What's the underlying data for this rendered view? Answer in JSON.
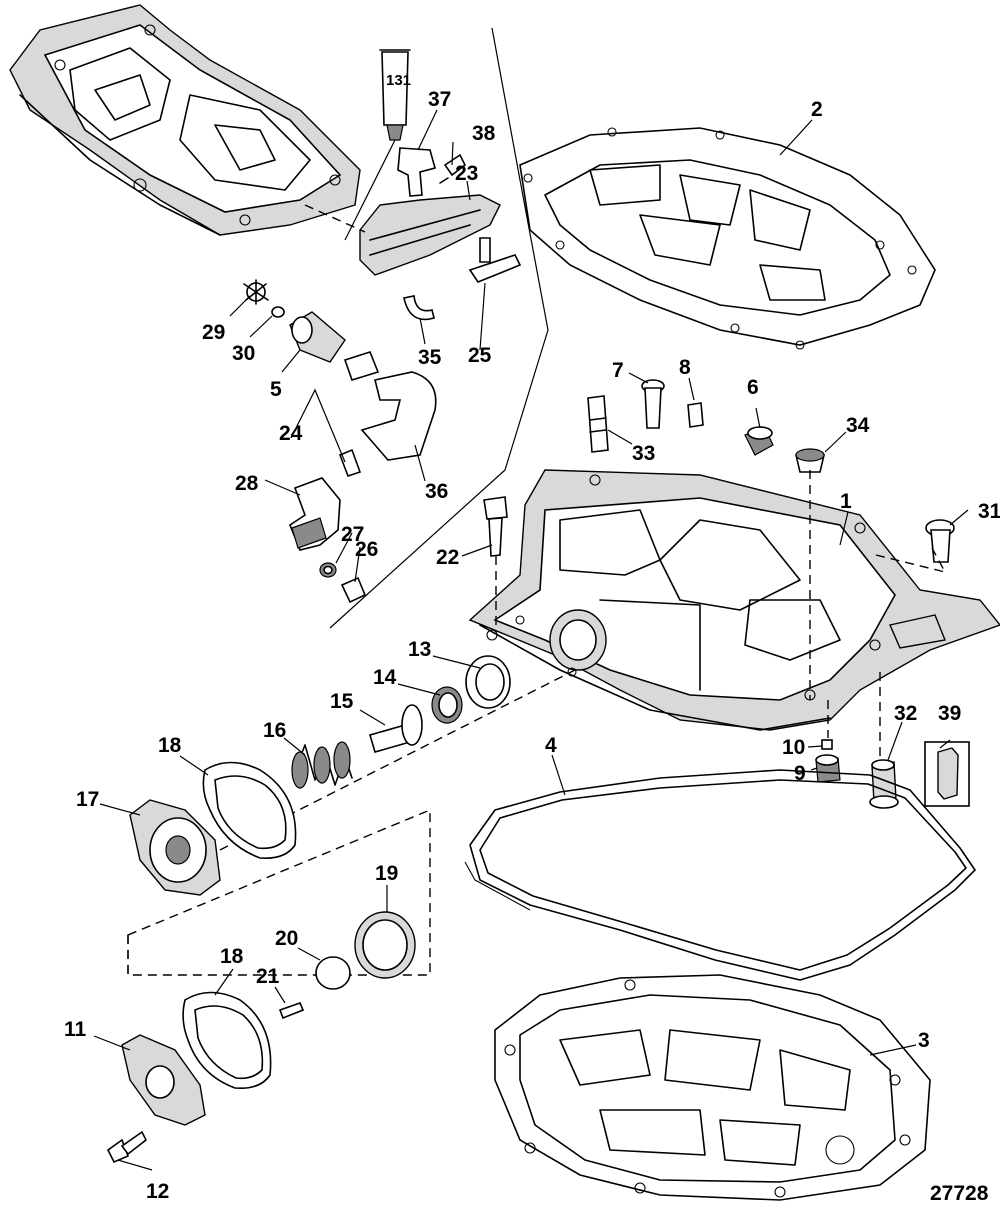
{
  "figure_number": "27728",
  "sealant_tube_label": "131",
  "callouts": [
    {
      "id": "c1",
      "label": "1"
    },
    {
      "id": "c2",
      "label": "2"
    },
    {
      "id": "c3",
      "label": "3"
    },
    {
      "id": "c4",
      "label": "4"
    },
    {
      "id": "c5",
      "label": "5"
    },
    {
      "id": "c6",
      "label": "6"
    },
    {
      "id": "c7",
      "label": "7"
    },
    {
      "id": "c8",
      "label": "8"
    },
    {
      "id": "c9",
      "label": "9"
    },
    {
      "id": "c10",
      "label": "10"
    },
    {
      "id": "c11",
      "label": "11"
    },
    {
      "id": "c12",
      "label": "12"
    },
    {
      "id": "c13",
      "label": "13"
    },
    {
      "id": "c14",
      "label": "14"
    },
    {
      "id": "c15",
      "label": "15"
    },
    {
      "id": "c16",
      "label": "16"
    },
    {
      "id": "c17",
      "label": "17"
    },
    {
      "id": "c18a",
      "label": "18"
    },
    {
      "id": "c18b",
      "label": "18"
    },
    {
      "id": "c19",
      "label": "19"
    },
    {
      "id": "c20",
      "label": "20"
    },
    {
      "id": "c21",
      "label": "21"
    },
    {
      "id": "c22",
      "label": "22"
    },
    {
      "id": "c23",
      "label": "23"
    },
    {
      "id": "c24",
      "label": "24"
    },
    {
      "id": "c25",
      "label": "25"
    },
    {
      "id": "c26",
      "label": "26"
    },
    {
      "id": "c27",
      "label": "27"
    },
    {
      "id": "c28",
      "label": "28"
    },
    {
      "id": "c29",
      "label": "29"
    },
    {
      "id": "c30",
      "label": "30"
    },
    {
      "id": "c31",
      "label": "31"
    },
    {
      "id": "c32",
      "label": "32"
    },
    {
      "id": "c33",
      "label": "33"
    },
    {
      "id": "c34",
      "label": "34"
    },
    {
      "id": "c35",
      "label": "35"
    },
    {
      "id": "c36",
      "label": "36"
    },
    {
      "id": "c37",
      "label": "37"
    },
    {
      "id": "c38",
      "label": "38"
    },
    {
      "id": "c39",
      "label": "39"
    }
  ]
}
